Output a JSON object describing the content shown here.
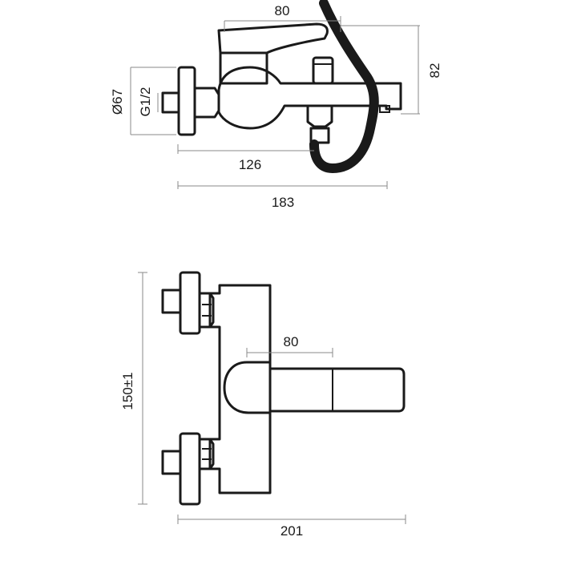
{
  "side_view": {
    "dim_top_width": "80",
    "dim_height": "82",
    "dim_diameter": "Ø67",
    "dim_thread": "G1/2",
    "dim_spout_reach": "126",
    "dim_overall_length": "183"
  },
  "front_view": {
    "dim_lever_width": "80",
    "dim_centers": "150±1",
    "dim_overall_width": "201"
  }
}
